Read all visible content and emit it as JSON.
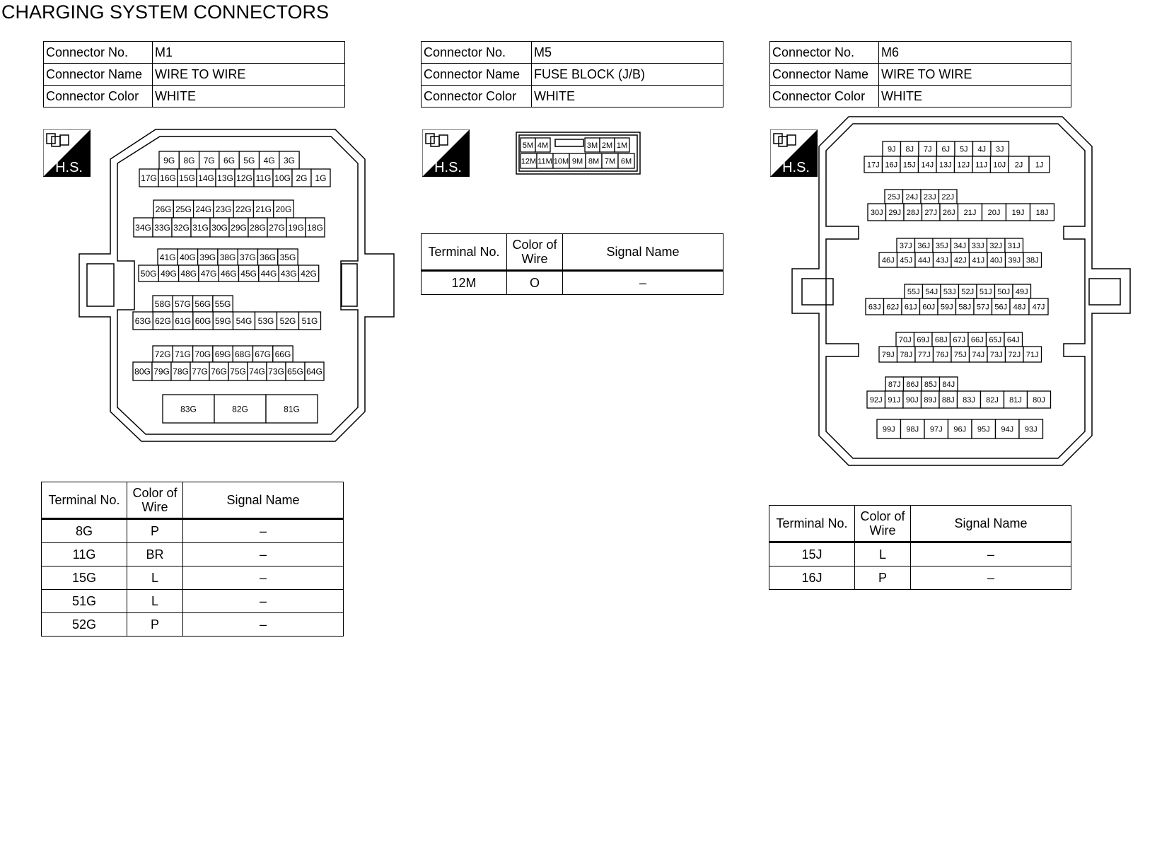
{
  "page_title": "CHARGING SYSTEM CONNECTORS",
  "hs_label": "H.S.",
  "labels": {
    "connector_no": "Connector No.",
    "connector_name": "Connector Name",
    "connector_color": "Connector Color",
    "terminal_no": "Terminal No.",
    "color_of_wire_1": "Color of",
    "color_of_wire_2": "Wire",
    "signal_name": "Signal Name"
  },
  "connectors": [
    {
      "no": "M1",
      "name": "WIRE TO WIRE",
      "color": "WHITE",
      "terminals": [
        {
          "terminal": "8G",
          "wire": "P",
          "signal": "–"
        },
        {
          "terminal": "11G",
          "wire": "BR",
          "signal": "–"
        },
        {
          "terminal": "15G",
          "wire": "L",
          "signal": "–"
        },
        {
          "terminal": "51G",
          "wire": "L",
          "signal": "–"
        },
        {
          "terminal": "52G",
          "wire": "P",
          "signal": "–"
        }
      ]
    },
    {
      "no": "M5",
      "name": "FUSE BLOCK (J/B)",
      "color": "WHITE",
      "terminals": [
        {
          "terminal": "12M",
          "wire": "O",
          "signal": "–"
        }
      ]
    },
    {
      "no": "M6",
      "name": "WIRE TO WIRE",
      "color": "WHITE",
      "terminals": [
        {
          "terminal": "15J",
          "wire": "L",
          "signal": "–"
        },
        {
          "terminal": "16J",
          "wire": "P",
          "signal": "–"
        }
      ]
    }
  ],
  "pinouts": {
    "M1": [
      [
        "9G",
        "8G",
        "7G",
        "6G",
        "5G",
        "4G",
        "3G"
      ],
      [
        "17G",
        "16G",
        "15G",
        "14G",
        "13G",
        "12G",
        "11G",
        "10G",
        "2G",
        "1G"
      ],
      [
        "26G",
        "25G",
        "24G",
        "23G",
        "22G",
        "21G",
        "20G"
      ],
      [
        "34G",
        "33G",
        "32G",
        "31G",
        "30G",
        "29G",
        "28G",
        "27G",
        "19G",
        "18G"
      ],
      [
        "41G",
        "40G",
        "39G",
        "38G",
        "37G",
        "36G",
        "35G"
      ],
      [
        "50G",
        "49G",
        "48G",
        "47G",
        "46G",
        "45G",
        "44G",
        "43G",
        "42G"
      ],
      [
        "58G",
        "57G",
        "56G",
        "55G"
      ],
      [
        "63G",
        "62G",
        "61G",
        "60G",
        "59G",
        "54G",
        "53G",
        "52G",
        "51G"
      ],
      [
        "72G",
        "71G",
        "70G",
        "69G",
        "68G",
        "67G",
        "66G"
      ],
      [
        "80G",
        "79G",
        "78G",
        "77G",
        "76G",
        "75G",
        "74G",
        "73G",
        "65G",
        "64G"
      ],
      [
        "83G",
        "82G",
        "81G"
      ]
    ],
    "M5": [
      [
        "5M",
        "4M",
        "3M",
        "2M",
        "1M"
      ],
      [
        "12M",
        "11M",
        "10M",
        "9M",
        "8M",
        "7M",
        "6M"
      ]
    ],
    "M6": [
      [
        "9J",
        "8J",
        "7J",
        "6J",
        "5J",
        "4J",
        "3J"
      ],
      [
        "17J",
        "16J",
        "15J",
        "14J",
        "13J",
        "12J",
        "11J",
        "10J",
        "2J",
        "1J"
      ],
      [
        "25J",
        "24J",
        "23J",
        "22J"
      ],
      [
        "30J",
        "29J",
        "28J",
        "27J",
        "26J",
        "21J",
        "20J",
        "19J",
        "18J"
      ],
      [
        "37J",
        "36J",
        "35J",
        "34J",
        "33J",
        "32J",
        "31J"
      ],
      [
        "46J",
        "45J",
        "44J",
        "43J",
        "42J",
        "41J",
        "40J",
        "39J",
        "38J"
      ],
      [
        "55J",
        "54J",
        "53J",
        "52J",
        "51J",
        "50J",
        "49J"
      ],
      [
        "63J",
        "62J",
        "61J",
        "60J",
        "59J",
        "58J",
        "57J",
        "56J",
        "48J",
        "47J"
      ],
      [
        "70J",
        "69J",
        "68J",
        "67J",
        "66J",
        "65J",
        "64J"
      ],
      [
        "79J",
        "78J",
        "77J",
        "76J",
        "75J",
        "74J",
        "73J",
        "72J",
        "71J"
      ],
      [
        "87J",
        "86J",
        "85J",
        "84J"
      ],
      [
        "92J",
        "91J",
        "90J",
        "89J",
        "88J",
        "83J",
        "82J",
        "81J",
        "80J"
      ],
      [
        "99J",
        "98J",
        "97J",
        "96J",
        "95J",
        "94J",
        "93J"
      ]
    ]
  }
}
